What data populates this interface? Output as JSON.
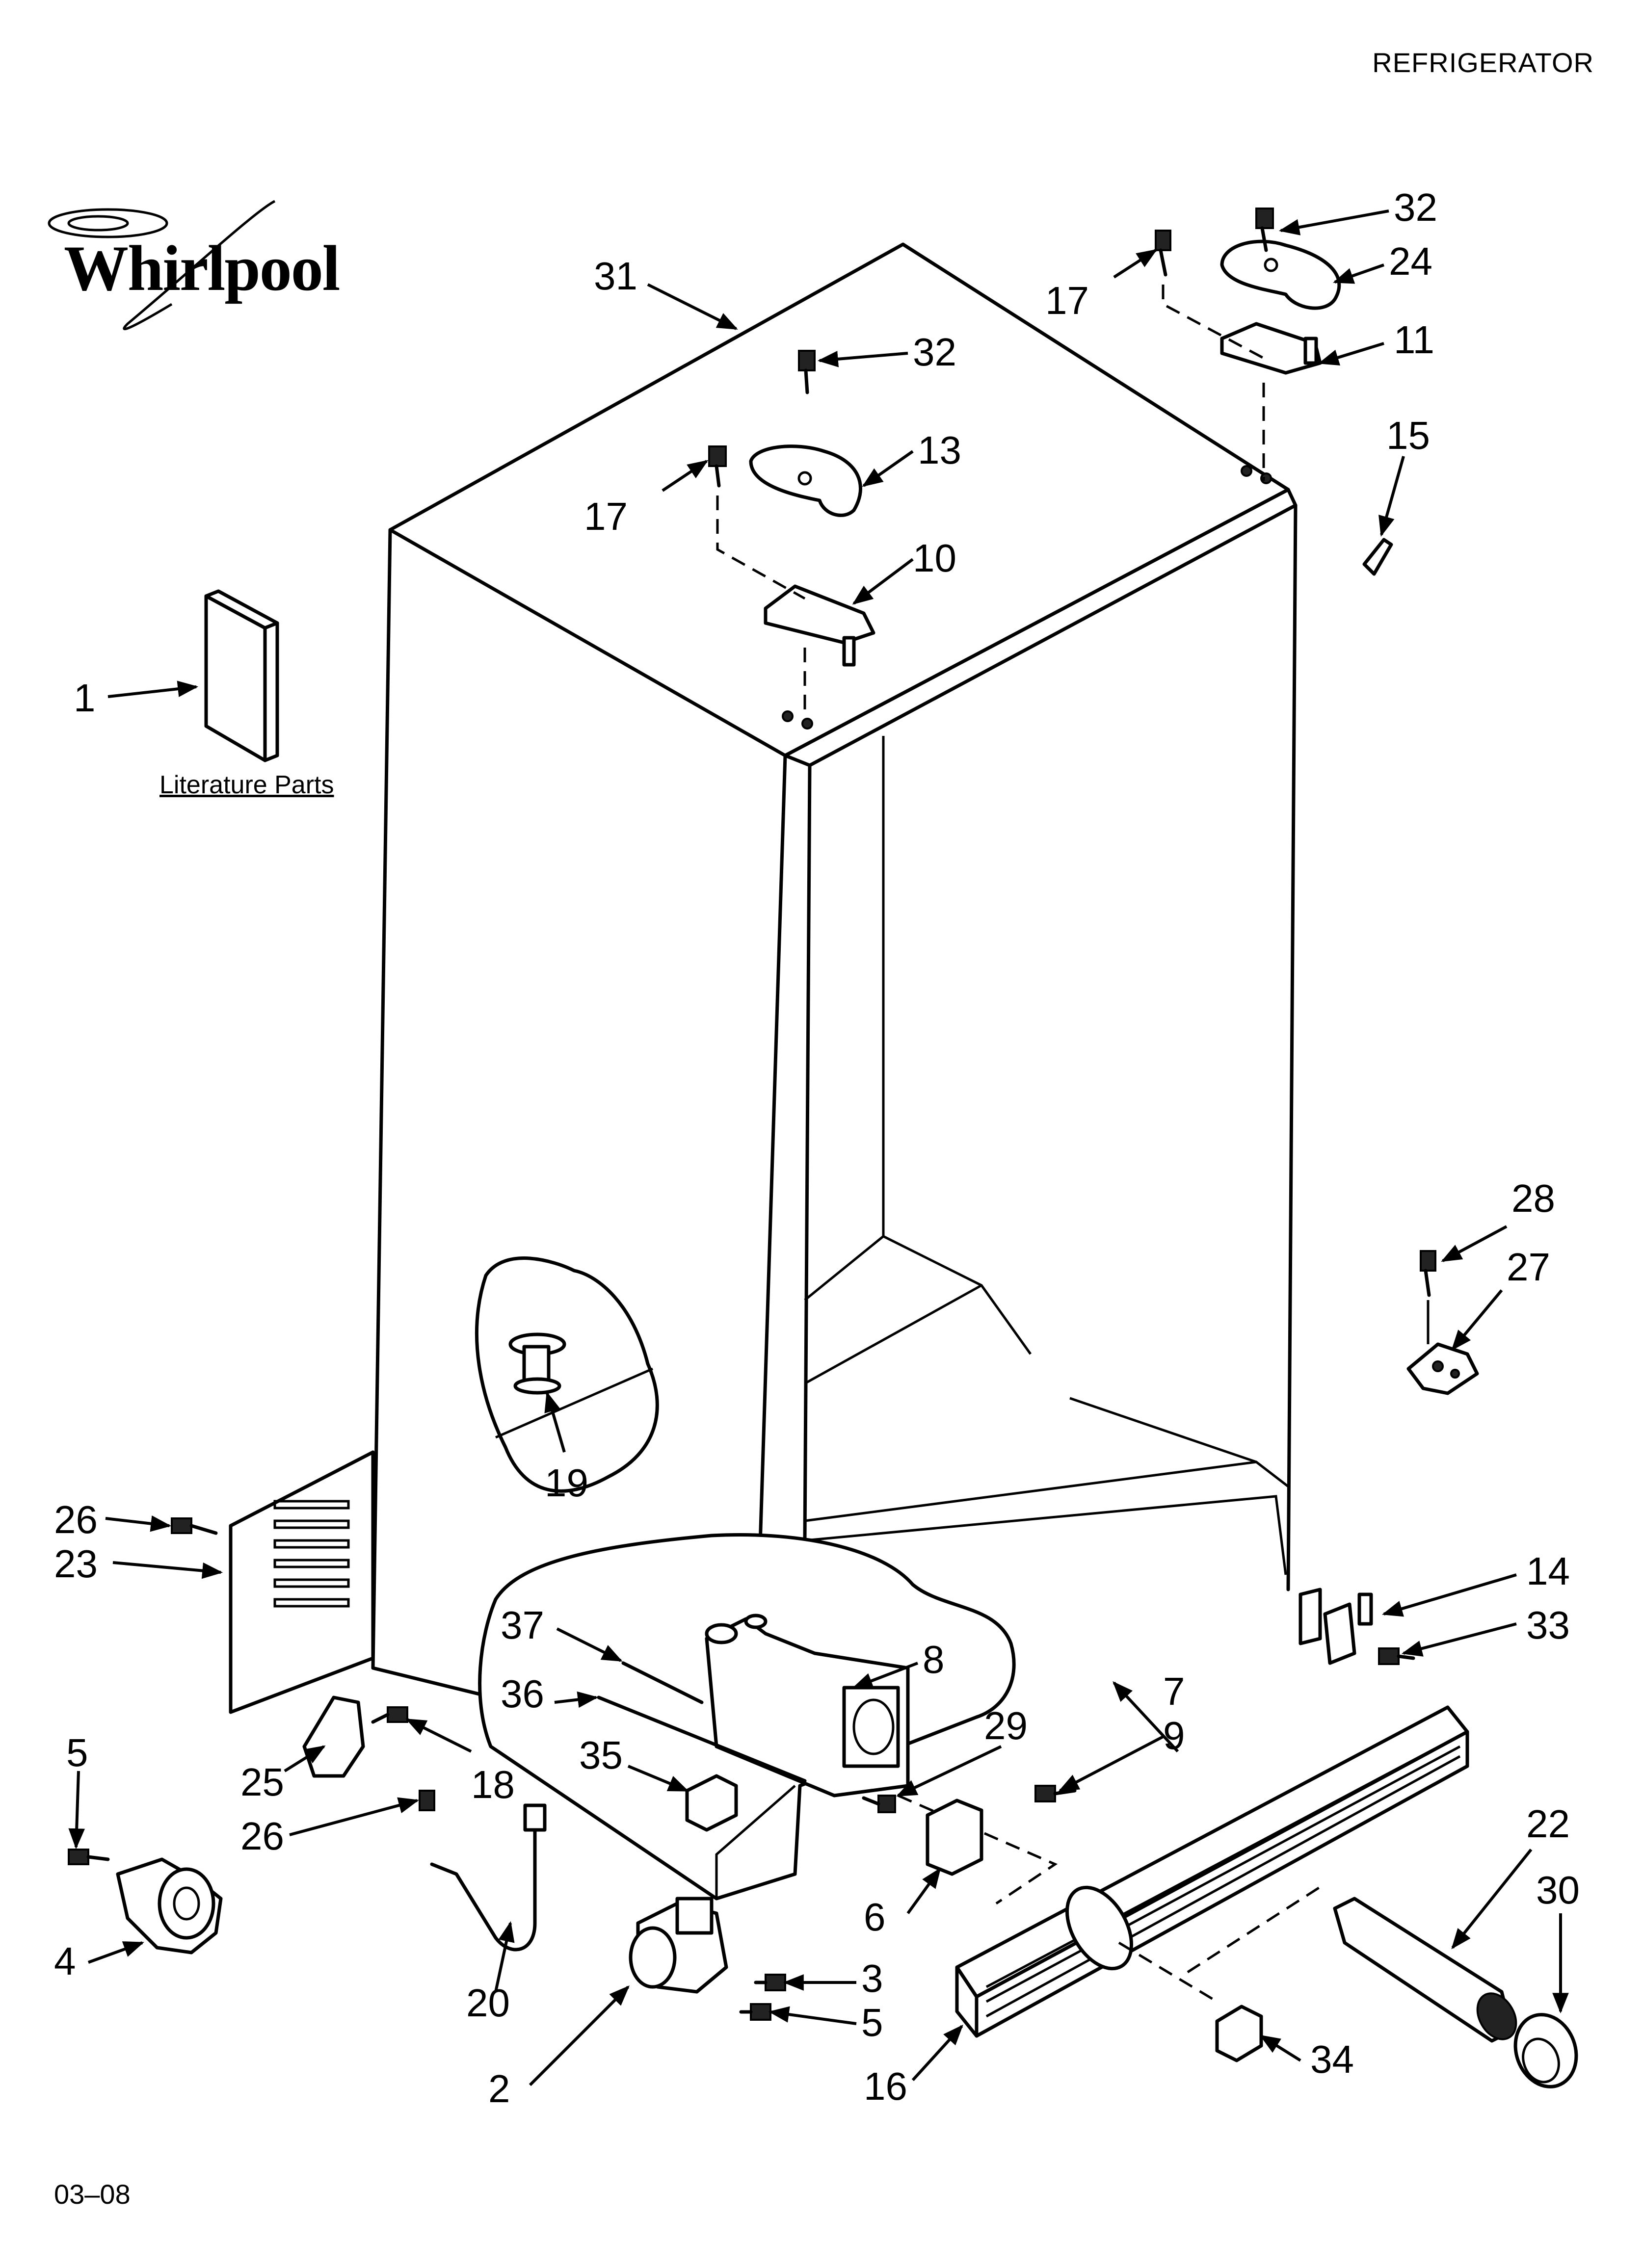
{
  "header": {
    "title": "REFRIGERATOR"
  },
  "brand": {
    "name": "Whirlpool"
  },
  "literature": {
    "label": "Literature Parts"
  },
  "footer": {
    "code": "03–08"
  },
  "callouts": [
    {
      "id": "c31",
      "label": "31"
    },
    {
      "id": "c32a",
      "label": "32"
    },
    {
      "id": "c24",
      "label": "24"
    },
    {
      "id": "c17a",
      "label": "17"
    },
    {
      "id": "c11",
      "label": "11"
    },
    {
      "id": "c15",
      "label": "15"
    },
    {
      "id": "c32b",
      "label": "32"
    },
    {
      "id": "c13",
      "label": "13"
    },
    {
      "id": "c17b",
      "label": "17"
    },
    {
      "id": "c10",
      "label": "10"
    },
    {
      "id": "c1",
      "label": "1"
    },
    {
      "id": "c28",
      "label": "28"
    },
    {
      "id": "c27",
      "label": "27"
    },
    {
      "id": "c19",
      "label": "19"
    },
    {
      "id": "c26a",
      "label": "26"
    },
    {
      "id": "c23",
      "label": "23"
    },
    {
      "id": "c14",
      "label": "14"
    },
    {
      "id": "c33",
      "label": "33"
    },
    {
      "id": "c37",
      "label": "37"
    },
    {
      "id": "c8",
      "label": "8"
    },
    {
      "id": "c36",
      "label": "36"
    },
    {
      "id": "c7",
      "label": "7"
    },
    {
      "id": "c9",
      "label": "9"
    },
    {
      "id": "c29",
      "label": "29"
    },
    {
      "id": "c35",
      "label": "35"
    },
    {
      "id": "c5a",
      "label": "5"
    },
    {
      "id": "c25",
      "label": "25"
    },
    {
      "id": "c18",
      "label": "18"
    },
    {
      "id": "c26b",
      "label": "26"
    },
    {
      "id": "c22",
      "label": "22"
    },
    {
      "id": "c30",
      "label": "30"
    },
    {
      "id": "c6",
      "label": "6"
    },
    {
      "id": "c4",
      "label": "4"
    },
    {
      "id": "c3",
      "label": "3"
    },
    {
      "id": "c5b",
      "label": "5"
    },
    {
      "id": "c20",
      "label": "20"
    },
    {
      "id": "c2",
      "label": "2"
    },
    {
      "id": "c16",
      "label": "16"
    },
    {
      "id": "c34",
      "label": "34"
    }
  ]
}
